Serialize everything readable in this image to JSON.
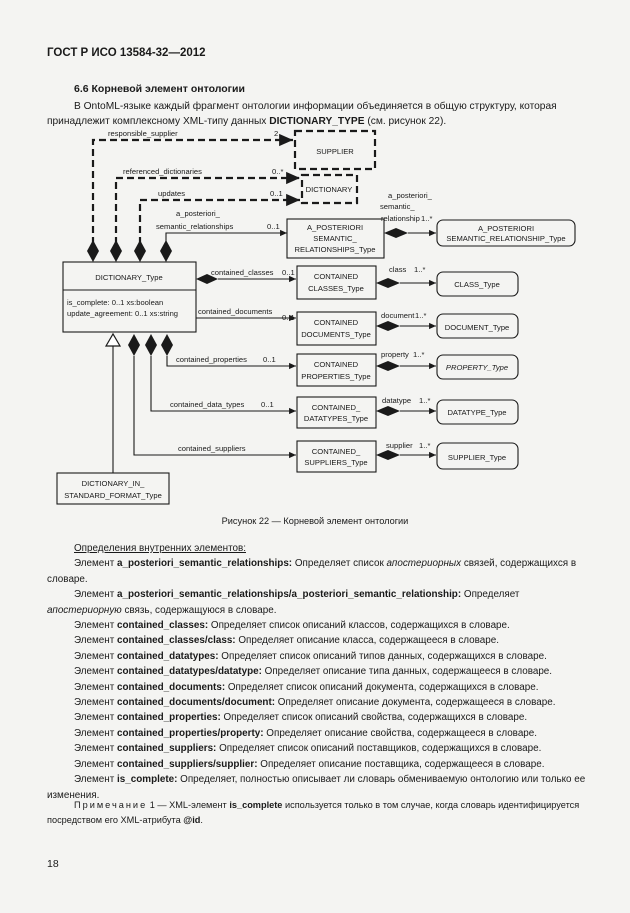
{
  "header": {
    "standard": "ГОСТ Р ИСО 13584-32—2012"
  },
  "section": {
    "title": "6.6 Корневой элемент онтологии"
  },
  "intro": {
    "pre": "В OntoML-языке каждый фрагмент онтологии информации объединяется в общую структуру, которая принадлежит комплексному XML-типу данных ",
    "type": "DICTIONARY_TYPE",
    "post": " (см. рисунок 22)."
  },
  "diagram": {
    "main": {
      "name": "DICTIONARY_Type",
      "attr1": "is_complete: 0..1 xs:boolean",
      "attr2": "update_agreement: 0..1 xs:string"
    },
    "sub": {
      "line1": "DICTIONARY_IN_",
      "line2": "STANDARD_FORMAT_Type"
    },
    "supplier": {
      "name": "SUPPLIER",
      "rel": "responsible_supplier",
      "card": "2"
    },
    "dictionary": {
      "name": "DICTIONARY",
      "rel_ref": "referenced_dictionaries",
      "card_ref": "0..*",
      "rel_upd": "updates",
      "card_upd": "0..1"
    },
    "apost": {
      "rel1": "a_posteriori_",
      "rel2": "semantic_relationships",
      "card": "0..1",
      "box1": "A_POSTERIORI",
      "box2": "SEMANTIC_",
      "box3": "RELATIONSHIPS_Type",
      "lbl1": "a_posteriori_",
      "lbl2": "semantic_",
      "lbl3": "relationship",
      "card2": "1..*",
      "target1": "A_POSTERIORI",
      "target2": "SEMANTIC_RELATIONSHIP_Type"
    },
    "classes": {
      "rel": "contained_classes",
      "card": "0..1",
      "box1": "CONTAINED",
      "box2": "CLASSES_Type",
      "lbl": "class",
      "card2": "1..*",
      "target": "CLASS_Type"
    },
    "documents": {
      "rel": "contained_documents",
      "card": "0..1",
      "box1": "CONTAINED",
      "box2": "DOCUMENTS_Type",
      "lbl": "document",
      "card2": "1..*",
      "target": "DOCUMENT_Type"
    },
    "properties": {
      "rel": "contained_properties",
      "card": "0..1",
      "box1": "CONTAINED",
      "box2": "PROPERTIES_Type",
      "lbl": "property",
      "card2": "1..*",
      "target": "PROPERTY_Type"
    },
    "datatypes": {
      "rel": "contained_data_types",
      "card": "0..1",
      "box1": "CONTAINED_",
      "box2": "DATATYPES_Type",
      "lbl": "datatype",
      "card2": "1..*",
      "target": "DATATYPE_Type"
    },
    "suppliers": {
      "rel": "contained_suppliers",
      "box1": "CONTAINED_",
      "box2": "SUPPLIERS_Type",
      "lbl": "supplier",
      "card2": "1..*",
      "target": "SUPPLIER_Type"
    }
  },
  "caption": "Рисунок 22 — Корневой элемент онтологии",
  "defs_head": "Определения внутренних элементов:",
  "defs": [
    {
      "pre": "Элемент ",
      "term": "a_posteriori_semantic_relationships:",
      "post1": " Определяет список ",
      "italic": "апостериорных",
      "post2": " связей, содержащихся в словаре."
    },
    {
      "pre": "Элемент ",
      "term": "a_posteriori_semantic_relationships/a_posteriori_semantic_relationship:",
      "post1": " Определяет ",
      "italic": "апостериорную",
      "post2": " связь, содержащуюся в словаре."
    },
    {
      "pre": "Элемент ",
      "term": "contained_classes:",
      "post1": " Определяет список описаний классов, содержащихся в словаре.",
      "italic": "",
      "post2": ""
    },
    {
      "pre": "Элемент ",
      "term": "contained_classes/class:",
      "post1": " Определяет описание класса, содержащееся в словаре.",
      "italic": "",
      "post2": ""
    },
    {
      "pre": "Элемент ",
      "term": "contained_datatypes:",
      "post1": " Определяет список описаний типов данных, содержащихся в словаре.",
      "italic": "",
      "post2": ""
    },
    {
      "pre": "Элемент ",
      "term": "contained_datatypes/datatype:",
      "post1": " Определяет описание типа данных, содержащееся в словаре.",
      "italic": "",
      "post2": ""
    },
    {
      "pre": "Элемент ",
      "term": "contained_documents:",
      "post1": " Определяет список описаний документа, содержащихся в словаре.",
      "italic": "",
      "post2": ""
    },
    {
      "pre": "Элемент ",
      "term": "contained_documents/document:",
      "post1": " Определяет описание документа, содержащееся в словаре.",
      "italic": "",
      "post2": ""
    },
    {
      "pre": "Элемент ",
      "term": "contained_properties:",
      "post1": " Определяет список описаний свойства, содержащихся в словаре.",
      "italic": "",
      "post2": ""
    },
    {
      "pre": "Элемент ",
      "term": "contained_properties/property:",
      "post1": " Определяет описание свойства, содержащееся в словаре.",
      "italic": "",
      "post2": ""
    },
    {
      "pre": "Элемент ",
      "term": "contained_suppliers:",
      "post1": " Определяет список описаний поставщиков, содержащихся в словаре.",
      "italic": "",
      "post2": ""
    },
    {
      "pre": "Элемент ",
      "term": "contained_suppliers/supplier:",
      "post1": " Определяет описание поставщика, содержащееся в словаре.",
      "italic": "",
      "post2": ""
    },
    {
      "pre": "Элемент ",
      "term": "is_complete:",
      "post1": " Определяет, полностью описывает ли словарь обмениваемую онтологию или только ее изменения.",
      "italic": "",
      "post2": ""
    }
  ],
  "note": {
    "label": "Примечание",
    "num": " 1 — XML-элемент ",
    "term": "is_complete",
    "mid": " используется только в том случае, когда словарь идентифицируется посредством его XML-атрибута ",
    "attr": "@id",
    "end": "."
  },
  "page_number": "18"
}
